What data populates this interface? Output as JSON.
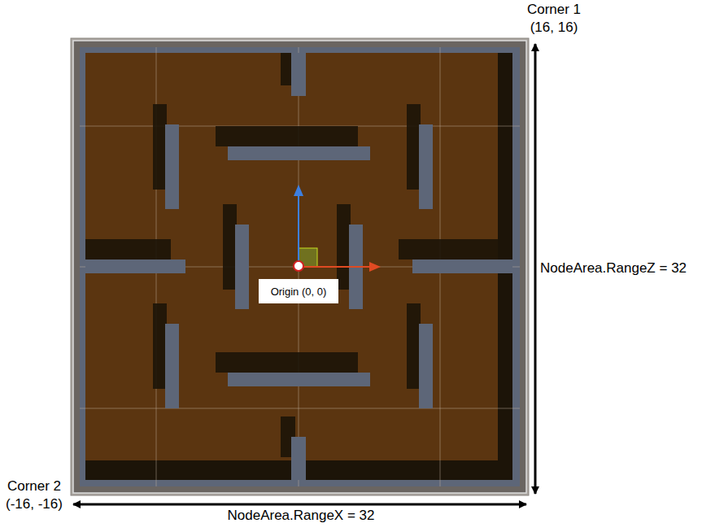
{
  "diagram": {
    "nodes": [
      {
        "text": [
          "Origin (0, 0)"
        ]
      }
    ],
    "labels": [
      "Corner 1",
      "(16, 16)",
      "NodeArea.RangeZ = 32",
      "Corner 2",
      "(-16, -16)",
      "NodeArea.RangeX = 32"
    ]
  }
}
